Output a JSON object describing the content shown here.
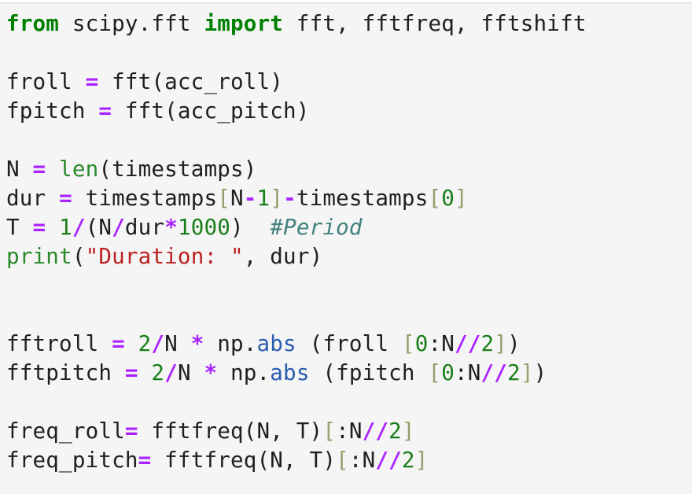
{
  "cell": {
    "kind": "code-cell",
    "language": "python",
    "background": "#f5f5f5",
    "page_background": "#ffffff",
    "divider_color": "#e6e6e6"
  },
  "theme": {
    "name": "pygments-default",
    "foreground": "#202020",
    "keyword": "#008000",
    "builtin": "#2a8a2a",
    "number": "#1a7f1a",
    "operator": "#aa22ff",
    "bracket": "#9c9c6e",
    "string": "#ba2121",
    "comment": "#42807f",
    "attribute": "#2a5db0"
  },
  "code": {
    "plain_text": "from scipy.fft import fft, fftfreq, fftshift\n\nfroll = fft(acc_roll)\nfpitch = fft(acc_pitch)\n\nN = len(timestamps)\ndur = timestamps[N-1]-timestamps[0]\nT = 1/(N/dur*1000)  #Period\nprint(\"Duration: \", dur)\n\n\nfftroll = 2/N * np.abs (froll [0:N//2])\nfftpitch = 2/N * np.abs (fpitch [0:N//2])\n\nfreq_roll= fftfreq(N, T)[:N//2]\nfreq_pitch= fftfreq(N, T)[:N//2]",
    "lines": [
      {
        "index": 1,
        "text": "from scipy.fft import fft, fftfreq, fftshift",
        "tokens": [
          {
            "t": "from",
            "c": "kw"
          },
          {
            "t": " scipy.fft ",
            "c": "txt"
          },
          {
            "t": "import",
            "c": "kw"
          },
          {
            "t": " fft, fftfreq, fftshift",
            "c": "txt"
          }
        ]
      },
      {
        "index": 2,
        "text": "",
        "tokens": []
      },
      {
        "index": 3,
        "text": "froll = fft(acc_roll)",
        "tokens": [
          {
            "t": "froll ",
            "c": "txt"
          },
          {
            "t": "=",
            "c": "op"
          },
          {
            "t": " fft(acc_roll)",
            "c": "txt"
          }
        ]
      },
      {
        "index": 4,
        "text": "fpitch = fft(acc_pitch)",
        "tokens": [
          {
            "t": "fpitch ",
            "c": "txt"
          },
          {
            "t": "=",
            "c": "op"
          },
          {
            "t": " fft(acc_pitch)",
            "c": "txt"
          }
        ]
      },
      {
        "index": 5,
        "text": "",
        "tokens": []
      },
      {
        "index": 6,
        "text": "N = len(timestamps)",
        "tokens": [
          {
            "t": "N ",
            "c": "txt"
          },
          {
            "t": "=",
            "c": "op"
          },
          {
            "t": " ",
            "c": "txt"
          },
          {
            "t": "len",
            "c": "bi"
          },
          {
            "t": "(timestamps)",
            "c": "txt"
          }
        ]
      },
      {
        "index": 7,
        "text": "dur = timestamps[N-1]-timestamps[0]",
        "tokens": [
          {
            "t": "dur ",
            "c": "txt"
          },
          {
            "t": "=",
            "c": "op"
          },
          {
            "t": " timestamps",
            "c": "txt"
          },
          {
            "t": "[",
            "c": "br"
          },
          {
            "t": "N",
            "c": "txt"
          },
          {
            "t": "-",
            "c": "op"
          },
          {
            "t": "1",
            "c": "num"
          },
          {
            "t": "]",
            "c": "br"
          },
          {
            "t": "-",
            "c": "op"
          },
          {
            "t": "timestamps",
            "c": "txt"
          },
          {
            "t": "[",
            "c": "br"
          },
          {
            "t": "0",
            "c": "num"
          },
          {
            "t": "]",
            "c": "br"
          }
        ]
      },
      {
        "index": 8,
        "text": "T = 1/(N/dur*1000)  #Period",
        "tokens": [
          {
            "t": "T ",
            "c": "txt"
          },
          {
            "t": "=",
            "c": "op"
          },
          {
            "t": " ",
            "c": "txt"
          },
          {
            "t": "1",
            "c": "num"
          },
          {
            "t": "/",
            "c": "op"
          },
          {
            "t": "(N",
            "c": "txt"
          },
          {
            "t": "/",
            "c": "op"
          },
          {
            "t": "dur",
            "c": "txt"
          },
          {
            "t": "*",
            "c": "op"
          },
          {
            "t": "1000",
            "c": "num"
          },
          {
            "t": ")  ",
            "c": "txt"
          },
          {
            "t": "#Period",
            "c": "com"
          }
        ]
      },
      {
        "index": 9,
        "text": "print(\"Duration: \", dur)",
        "tokens": [
          {
            "t": "print",
            "c": "bi"
          },
          {
            "t": "(",
            "c": "txt"
          },
          {
            "t": "\"Duration: \"",
            "c": "str"
          },
          {
            "t": ", dur)",
            "c": "txt"
          }
        ]
      },
      {
        "index": 10,
        "text": "",
        "tokens": []
      },
      {
        "index": 11,
        "text": "",
        "tokens": []
      },
      {
        "index": 12,
        "text": "fftroll = 2/N * np.abs (froll [0:N//2])",
        "tokens": [
          {
            "t": "fftroll ",
            "c": "txt"
          },
          {
            "t": "=",
            "c": "op"
          },
          {
            "t": " ",
            "c": "txt"
          },
          {
            "t": "2",
            "c": "num"
          },
          {
            "t": "/",
            "c": "op"
          },
          {
            "t": "N ",
            "c": "txt"
          },
          {
            "t": "*",
            "c": "op"
          },
          {
            "t": " np.",
            "c": "txt"
          },
          {
            "t": "abs",
            "c": "attr"
          },
          {
            "t": " (froll ",
            "c": "txt"
          },
          {
            "t": "[",
            "c": "br"
          },
          {
            "t": "0",
            "c": "num"
          },
          {
            "t": ":N",
            "c": "txt"
          },
          {
            "t": "//",
            "c": "op"
          },
          {
            "t": "2",
            "c": "num"
          },
          {
            "t": "]",
            "c": "br"
          },
          {
            "t": ")",
            "c": "txt"
          }
        ]
      },
      {
        "index": 13,
        "text": "fftpitch = 2/N * np.abs (fpitch [0:N//2])",
        "tokens": [
          {
            "t": "fftpitch ",
            "c": "txt"
          },
          {
            "t": "=",
            "c": "op"
          },
          {
            "t": " ",
            "c": "txt"
          },
          {
            "t": "2",
            "c": "num"
          },
          {
            "t": "/",
            "c": "op"
          },
          {
            "t": "N ",
            "c": "txt"
          },
          {
            "t": "*",
            "c": "op"
          },
          {
            "t": " np.",
            "c": "txt"
          },
          {
            "t": "abs",
            "c": "attr"
          },
          {
            "t": " (fpitch ",
            "c": "txt"
          },
          {
            "t": "[",
            "c": "br"
          },
          {
            "t": "0",
            "c": "num"
          },
          {
            "t": ":N",
            "c": "txt"
          },
          {
            "t": "//",
            "c": "op"
          },
          {
            "t": "2",
            "c": "num"
          },
          {
            "t": "]",
            "c": "br"
          },
          {
            "t": ")",
            "c": "txt"
          }
        ]
      },
      {
        "index": 14,
        "text": "",
        "tokens": []
      },
      {
        "index": 15,
        "text": "freq_roll= fftfreq(N, T)[:N//2]",
        "tokens": [
          {
            "t": "freq_roll",
            "c": "txt"
          },
          {
            "t": "=",
            "c": "op"
          },
          {
            "t": " fftfreq(N, T)",
            "c": "txt"
          },
          {
            "t": "[",
            "c": "br"
          },
          {
            "t": ":N",
            "c": "txt"
          },
          {
            "t": "//",
            "c": "op"
          },
          {
            "t": "2",
            "c": "num"
          },
          {
            "t": "]",
            "c": "br"
          }
        ]
      },
      {
        "index": 16,
        "text": "freq_pitch= fftfreq(N, T)[:N//2]",
        "tokens": [
          {
            "t": "freq_pitch",
            "c": "txt"
          },
          {
            "t": "=",
            "c": "op"
          },
          {
            "t": " fftfreq(N, T)",
            "c": "txt"
          },
          {
            "t": "[",
            "c": "br"
          },
          {
            "t": ":N",
            "c": "txt"
          },
          {
            "t": "//",
            "c": "op"
          },
          {
            "t": "2",
            "c": "num"
          },
          {
            "t": "]",
            "c": "br"
          }
        ]
      }
    ]
  }
}
